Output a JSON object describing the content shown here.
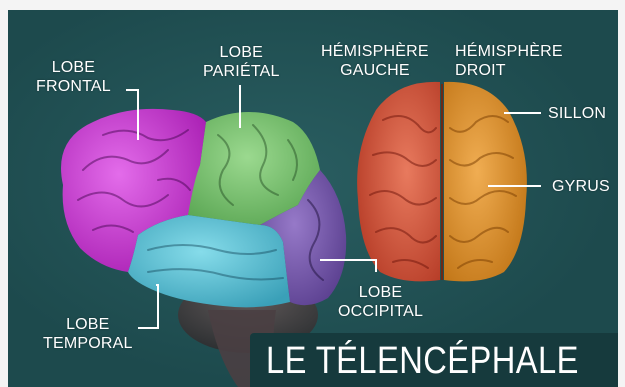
{
  "labels": {
    "frontal": [
      "LOBE",
      "FRONTAL"
    ],
    "parietal": [
      "LOBE",
      "PARIÉTAL"
    ],
    "temporal": [
      "LOBE",
      "TEMPORAL"
    ],
    "occipital": [
      "LOBE",
      "OCCIPITAL"
    ],
    "left_hemisphere": [
      "HÉMISPHÈRE",
      "GAUCHE"
    ],
    "right_hemisphere": [
      "HÉMISPHÈRE",
      "DROIT"
    ],
    "sulcus": "SILLON",
    "gyrus": "GYRUS"
  },
  "banner_title": "LE TÉLENCÉPHALE",
  "colors": {
    "background": "#1d4a4d",
    "frontal": "#d13fd8",
    "parietal": "#7cc872",
    "temporal": "#5cc6da",
    "occipital": "#7a5bb0",
    "left_hemisphere": "#d9573e",
    "right_hemisphere": "#e0922c"
  }
}
